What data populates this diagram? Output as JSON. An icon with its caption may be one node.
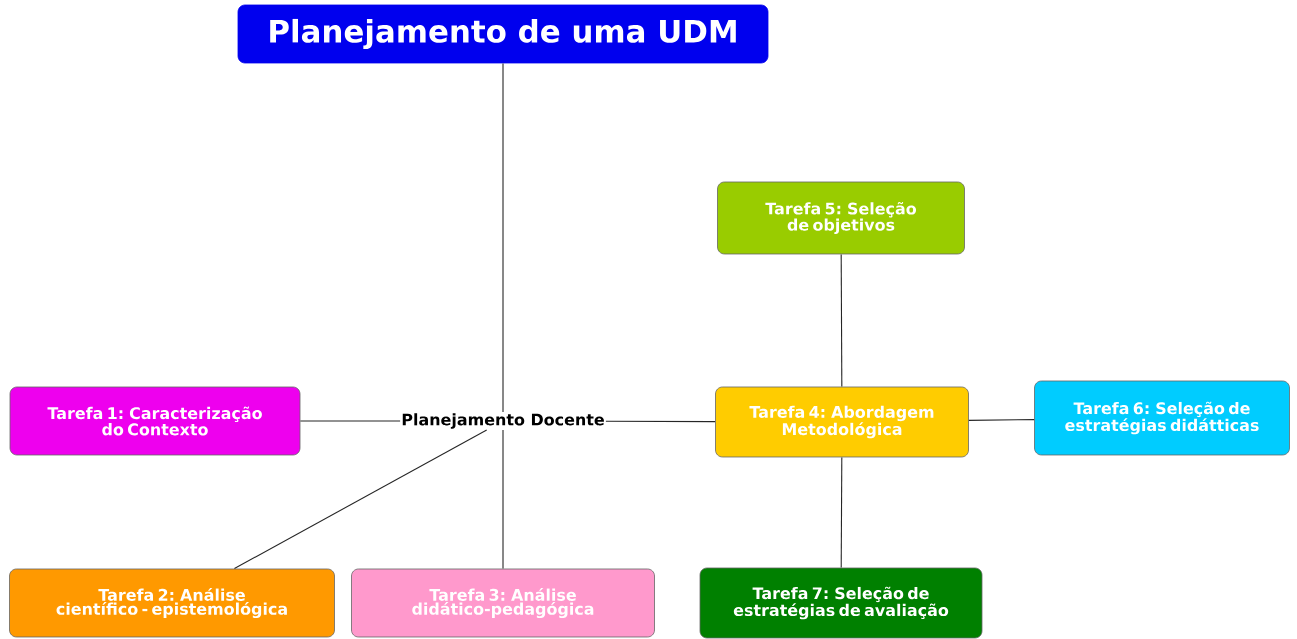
{
  "diagram": {
    "nodes": [
      {
        "text": [
          "Planejamento de uma UDM"
        ]
      },
      {
        "text": [
          "Planejamento Docente"
        ]
      },
      {
        "text": [
          "Tarefa 1: Caracterização do Contexto"
        ]
      },
      {
        "text": [
          "Tarefa 2: Análise científico - epistemológica"
        ]
      },
      {
        "text": [
          "Tarefa 3: Análise didático-pedagógica"
        ]
      },
      {
        "text": [
          "Tarefa 4: Abordagem Metodológica"
        ]
      },
      {
        "text": [
          "Tarefa 5: Seleção de objetivos"
        ]
      },
      {
        "text": [
          "Tarefa 6: Seleção de estratégias didátticas"
        ]
      },
      {
        "text": [
          "Tarefa 7: Seleção de estratégias de avaliação"
        ]
      }
    ],
    "edges": [
      {
        "from": 0,
        "to": 1,
        "arrow": "none"
      },
      {
        "from": 1,
        "to": 2,
        "arrow": "none"
      },
      {
        "from": 1,
        "to": 3,
        "arrow": "none"
      },
      {
        "from": 1,
        "to": 4,
        "arrow": "none"
      },
      {
        "from": 1,
        "to": 5,
        "arrow": "none"
      },
      {
        "from": 5,
        "to": 6,
        "arrow": "none"
      },
      {
        "from": 5,
        "to": 7,
        "arrow": "none"
      },
      {
        "from": 5,
        "to": 8,
        "arrow": "none"
      }
    ]
  }
}
